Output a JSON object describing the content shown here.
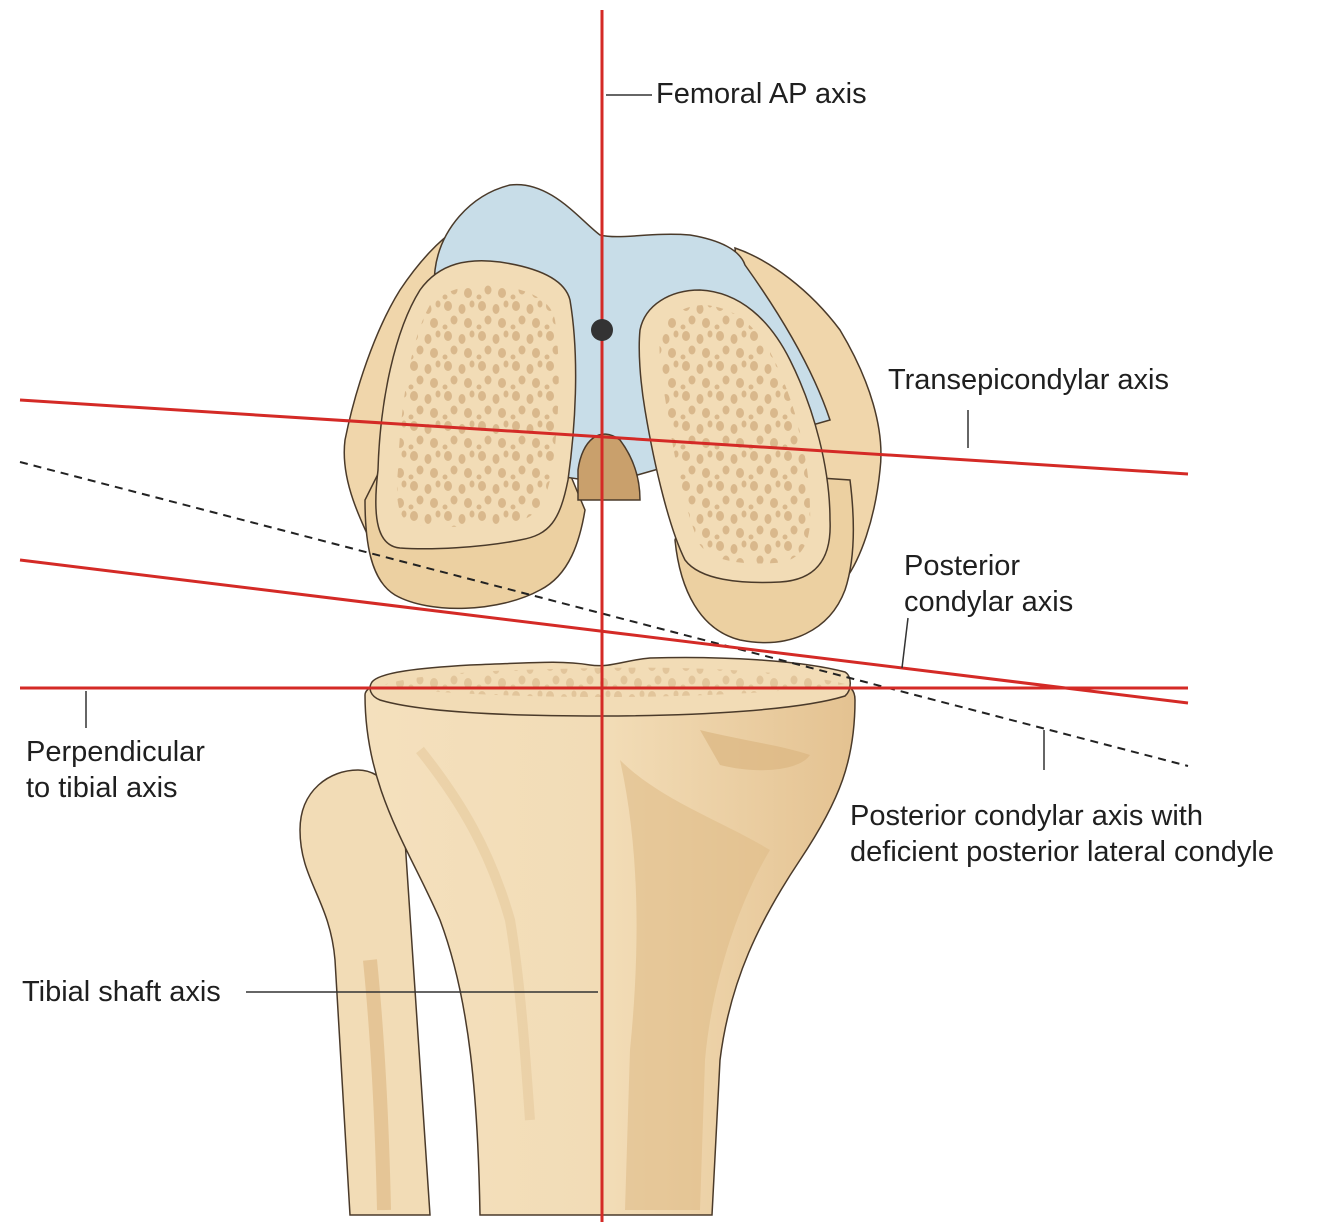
{
  "labels": {
    "femoral_ap_axis": "Femoral AP axis",
    "transepicondylar_axis": "Transepicondylar axis",
    "posterior_condylar_axis": [
      "Posterior",
      "condylar axis"
    ],
    "perpendicular_to_tibial_axis": [
      "Perpendicular",
      "to tibial axis"
    ],
    "posterior_condylar_deficient": [
      "Posterior condylar axis with",
      "deficient posterior lateral condyle"
    ],
    "tibial_shaft_axis": "Tibial shaft axis"
  },
  "colors": {
    "axis_red": "#d42a26",
    "bone": "#f2dcb6",
    "bone_shade": "#dcb681",
    "cartilage": "#c8dde8",
    "outline": "#4a3a2a",
    "leader": "#333333",
    "dashed": "#222222"
  }
}
